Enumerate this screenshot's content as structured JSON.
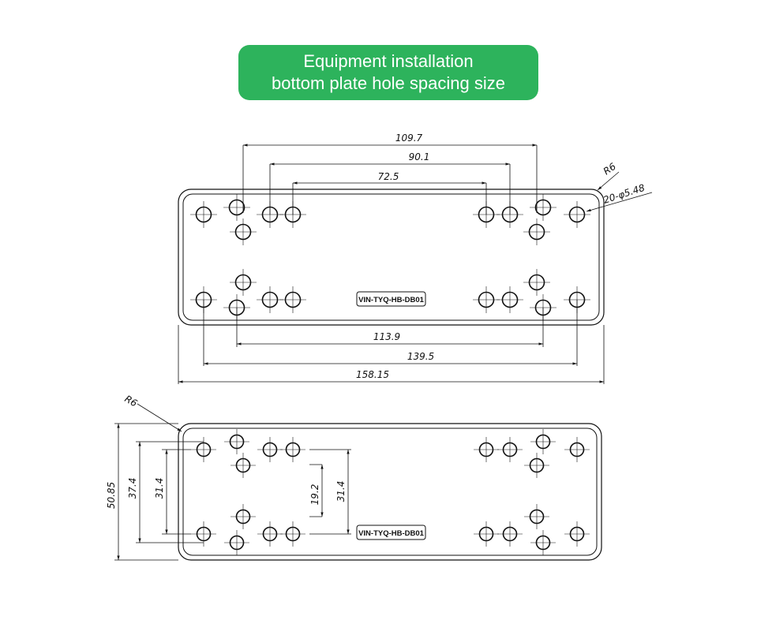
{
  "title": {
    "line1": "Equipment installation",
    "line2": "bottom plate hole spacing size"
  },
  "colors": {
    "title_background": "#2db35c",
    "title_text": "#ffffff",
    "line": "#111111"
  },
  "plate_tag": "VIN-TYQ-HB-DB01",
  "top_view": {
    "dim_overall_top": "109.7",
    "dim_mid_top": "90.1",
    "dim_inner_top": "72.5",
    "dim_bottom_inner": "113.9",
    "dim_bottom_mid": "139.5",
    "dim_bottom_overall": "158.15",
    "radius_label": "R6",
    "hole_label": "20-φ5.48"
  },
  "side_view": {
    "radius_label": "R6",
    "dim_height_overall": "50.85",
    "dim_height_outer": "37.4",
    "dim_height_left": "31.4",
    "dim_height_inner": "19.2",
    "dim_height_right": "31.4"
  }
}
